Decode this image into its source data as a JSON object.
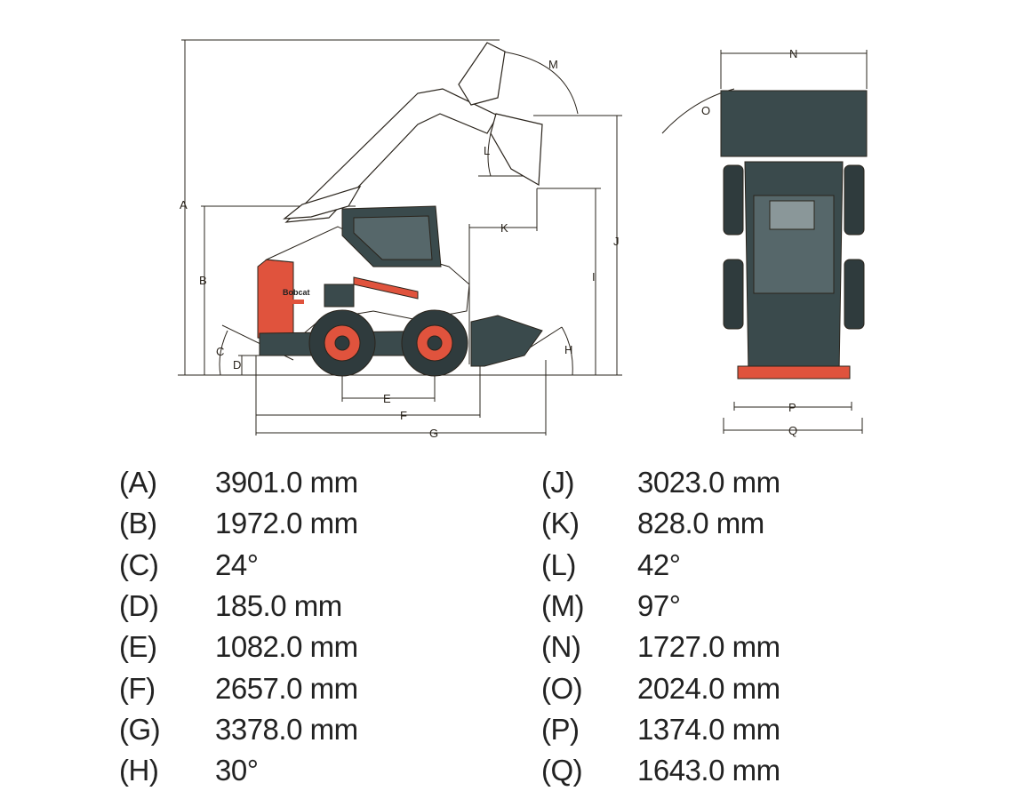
{
  "diagram": {
    "brand_stamp": "Bobcat",
    "dimension_letters": [
      "A",
      "B",
      "C",
      "D",
      "E",
      "F",
      "G",
      "H",
      "I",
      "J",
      "K",
      "L",
      "M",
      "N",
      "O",
      "P",
      "Q"
    ],
    "colors": {
      "line": "#2a241c",
      "body": "#3a4a4c",
      "accent": "#e0533d",
      "frame": "#ffffff"
    }
  },
  "specs": {
    "left": [
      {
        "key": "(A)",
        "value": "3901.0 mm"
      },
      {
        "key": "(B)",
        "value": "1972.0 mm"
      },
      {
        "key": "(C)",
        "value": "24°"
      },
      {
        "key": "(D)",
        "value": "185.0 mm"
      },
      {
        "key": "(E)",
        "value": "1082.0 mm"
      },
      {
        "key": "(F)",
        "value": "2657.0 mm"
      },
      {
        "key": "(G)",
        "value": "3378.0 mm"
      },
      {
        "key": "(H)",
        "value": "30°"
      }
    ],
    "right": [
      {
        "key": "(J)",
        "value": "3023.0 mm"
      },
      {
        "key": "(K)",
        "value": "828.0 mm"
      },
      {
        "key": "(L)",
        "value": "42°"
      },
      {
        "key": "(M)",
        "value": "97°"
      },
      {
        "key": "(N)",
        "value": "1727.0 mm"
      },
      {
        "key": "(O)",
        "value": "2024.0 mm"
      },
      {
        "key": "(P)",
        "value": "1374.0 mm"
      },
      {
        "key": "(Q)",
        "value": "1643.0 mm"
      }
    ]
  }
}
